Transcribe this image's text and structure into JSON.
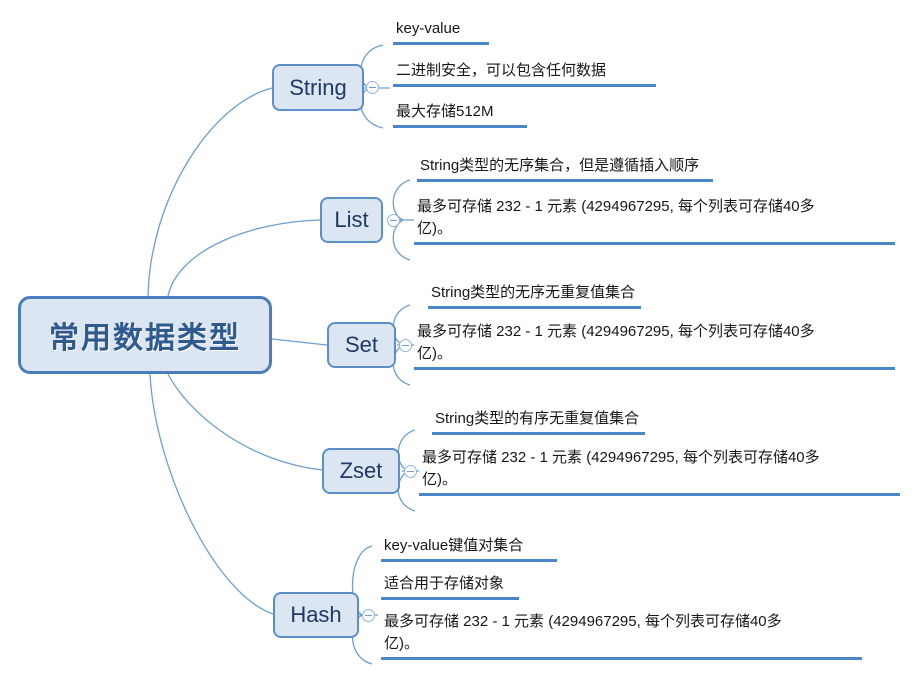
{
  "diagram": {
    "type": "mind-map",
    "title": "常用数据类型",
    "colors": {
      "node_fill": "#dce6f2",
      "root_border": "#4a7ebb",
      "branch_border": "#5b8fc9",
      "rule": "#4a86c8",
      "root_text": "#2e5a8e",
      "branch_text": "#1f3864",
      "leaf_text": "#15171a",
      "connector": "#6f9ed0",
      "background": "#ffffff"
    },
    "root": {
      "label": "常用数据类型"
    },
    "branches": [
      {
        "id": "string",
        "label": "String",
        "toggle_icon": "minus-circle-icon",
        "leaves": [
          {
            "text": "key-value"
          },
          {
            "text": "二进制安全，可以包含任何数据"
          },
          {
            "text": "最大存储512M"
          }
        ]
      },
      {
        "id": "list",
        "label": "List",
        "toggle_icon": "minus-circle-icon",
        "leaves": [
          {
            "text": "String类型的无序集合，但是遵循插入顺序"
          },
          {
            "text": "最多可存储 232 - 1 元素 (4294967295, 每个列表可存储40多\n亿)。"
          }
        ]
      },
      {
        "id": "set",
        "label": "Set",
        "toggle_icon": "minus-circle-icon",
        "leaves": [
          {
            "text": "String类型的无序无重复值集合"
          },
          {
            "text": "最多可存储 232 - 1 元素 (4294967295, 每个列表可存储40多\n亿)。"
          }
        ]
      },
      {
        "id": "zset",
        "label": "Zset",
        "toggle_icon": "minus-circle-icon",
        "leaves": [
          {
            "text": "String类型的有序无重复值集合"
          },
          {
            "text": "最多可存储 232 - 1 元素 (4294967295, 每个列表可存储40多\n亿)。"
          }
        ]
      },
      {
        "id": "hash",
        "label": "Hash",
        "toggle_icon": "minus-circle-icon",
        "leaves": [
          {
            "text": "key-value键值对集合"
          },
          {
            "text": "适合用于存储对象"
          },
          {
            "text": "最多可存储 232 - 1 元素 (4294967295, 每个列表可存储40多\n亿)。"
          }
        ]
      }
    ]
  }
}
